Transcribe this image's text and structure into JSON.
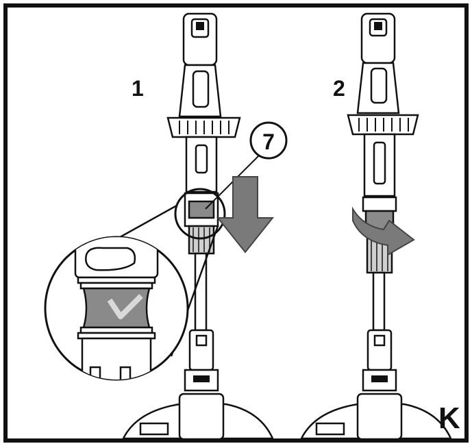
{
  "panels": [
    {
      "step_label": "1"
    },
    {
      "step_label": "2"
    }
  ],
  "callout": {
    "number": "7"
  },
  "figure_letter": "K",
  "colors": {
    "outline": "#111111",
    "grip_gray": "#8a8a8a",
    "arrow_gray": "#7a7a7a",
    "panel_bg": "#f2f2f2"
  },
  "icons": [
    "down-arrow-icon",
    "rotate-arrow-icon",
    "check-mark-icon"
  ]
}
